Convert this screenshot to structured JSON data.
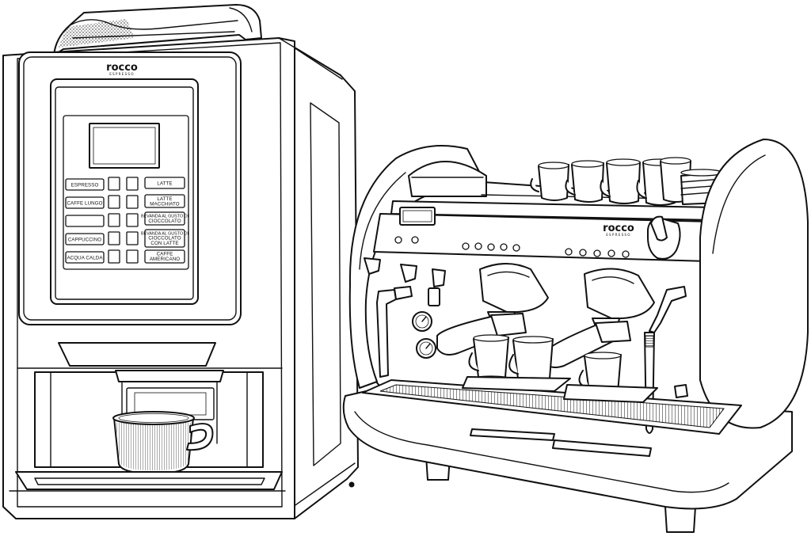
{
  "vending_machine": {
    "brand": "rocco",
    "brand_sub": "ESPRESSO",
    "left_buttons": [
      "ESPRESSO",
      "CAFFE LUNGO",
      "",
      "CAPPUCCINO",
      "ACQUA CALDA"
    ],
    "right_buttons": [
      [
        "LATTE"
      ],
      [
        "LATTE",
        "MACCHIATO"
      ],
      [
        "BEVANDA AL GUSTO DI",
        "CIOCCOLATO"
      ],
      [
        "BEVANDA AL GUSTO DI",
        "CIOCCOLATO",
        "CON LATTE"
      ],
      [
        "CAFFE",
        "AMERICANO"
      ]
    ]
  },
  "espresso_machine": {
    "brand": "rocco",
    "brand_sub": "ESPRESSO"
  }
}
